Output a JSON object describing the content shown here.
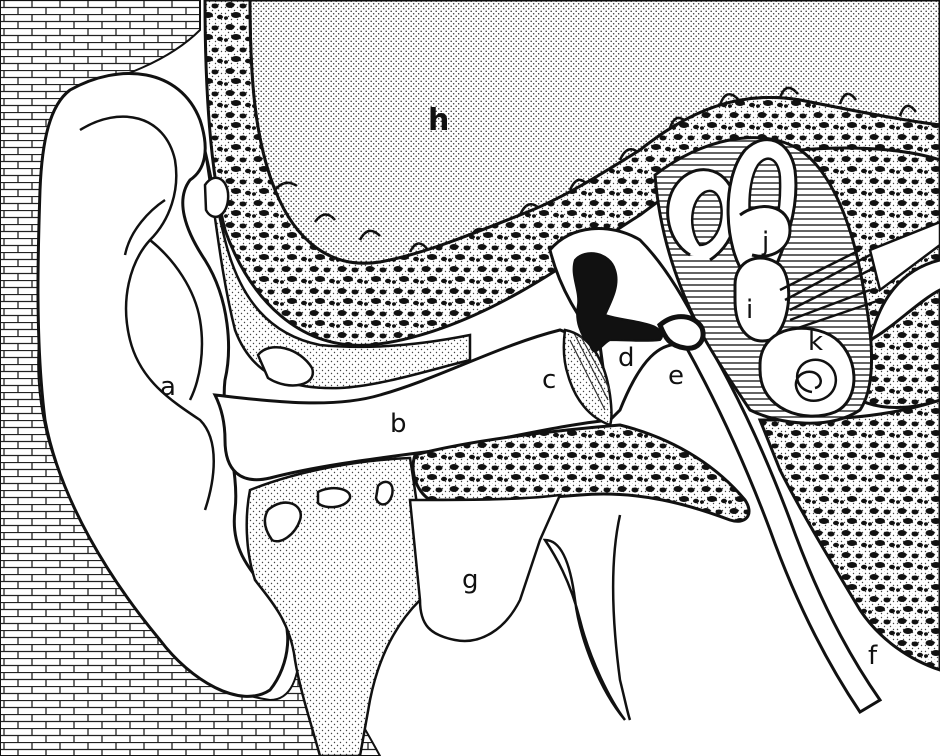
{
  "diagram": {
    "labels": {
      "a": "a",
      "b": "b",
      "c": "c",
      "d": "d",
      "e": "e",
      "f": "f",
      "g": "g",
      "h": "h",
      "i": "i",
      "j": "j",
      "k": "k"
    },
    "colors": {
      "ink": "#111111",
      "paper": "#ffffff",
      "stipple": "#d0d0d0",
      "brick_line": "#222222"
    }
  }
}
